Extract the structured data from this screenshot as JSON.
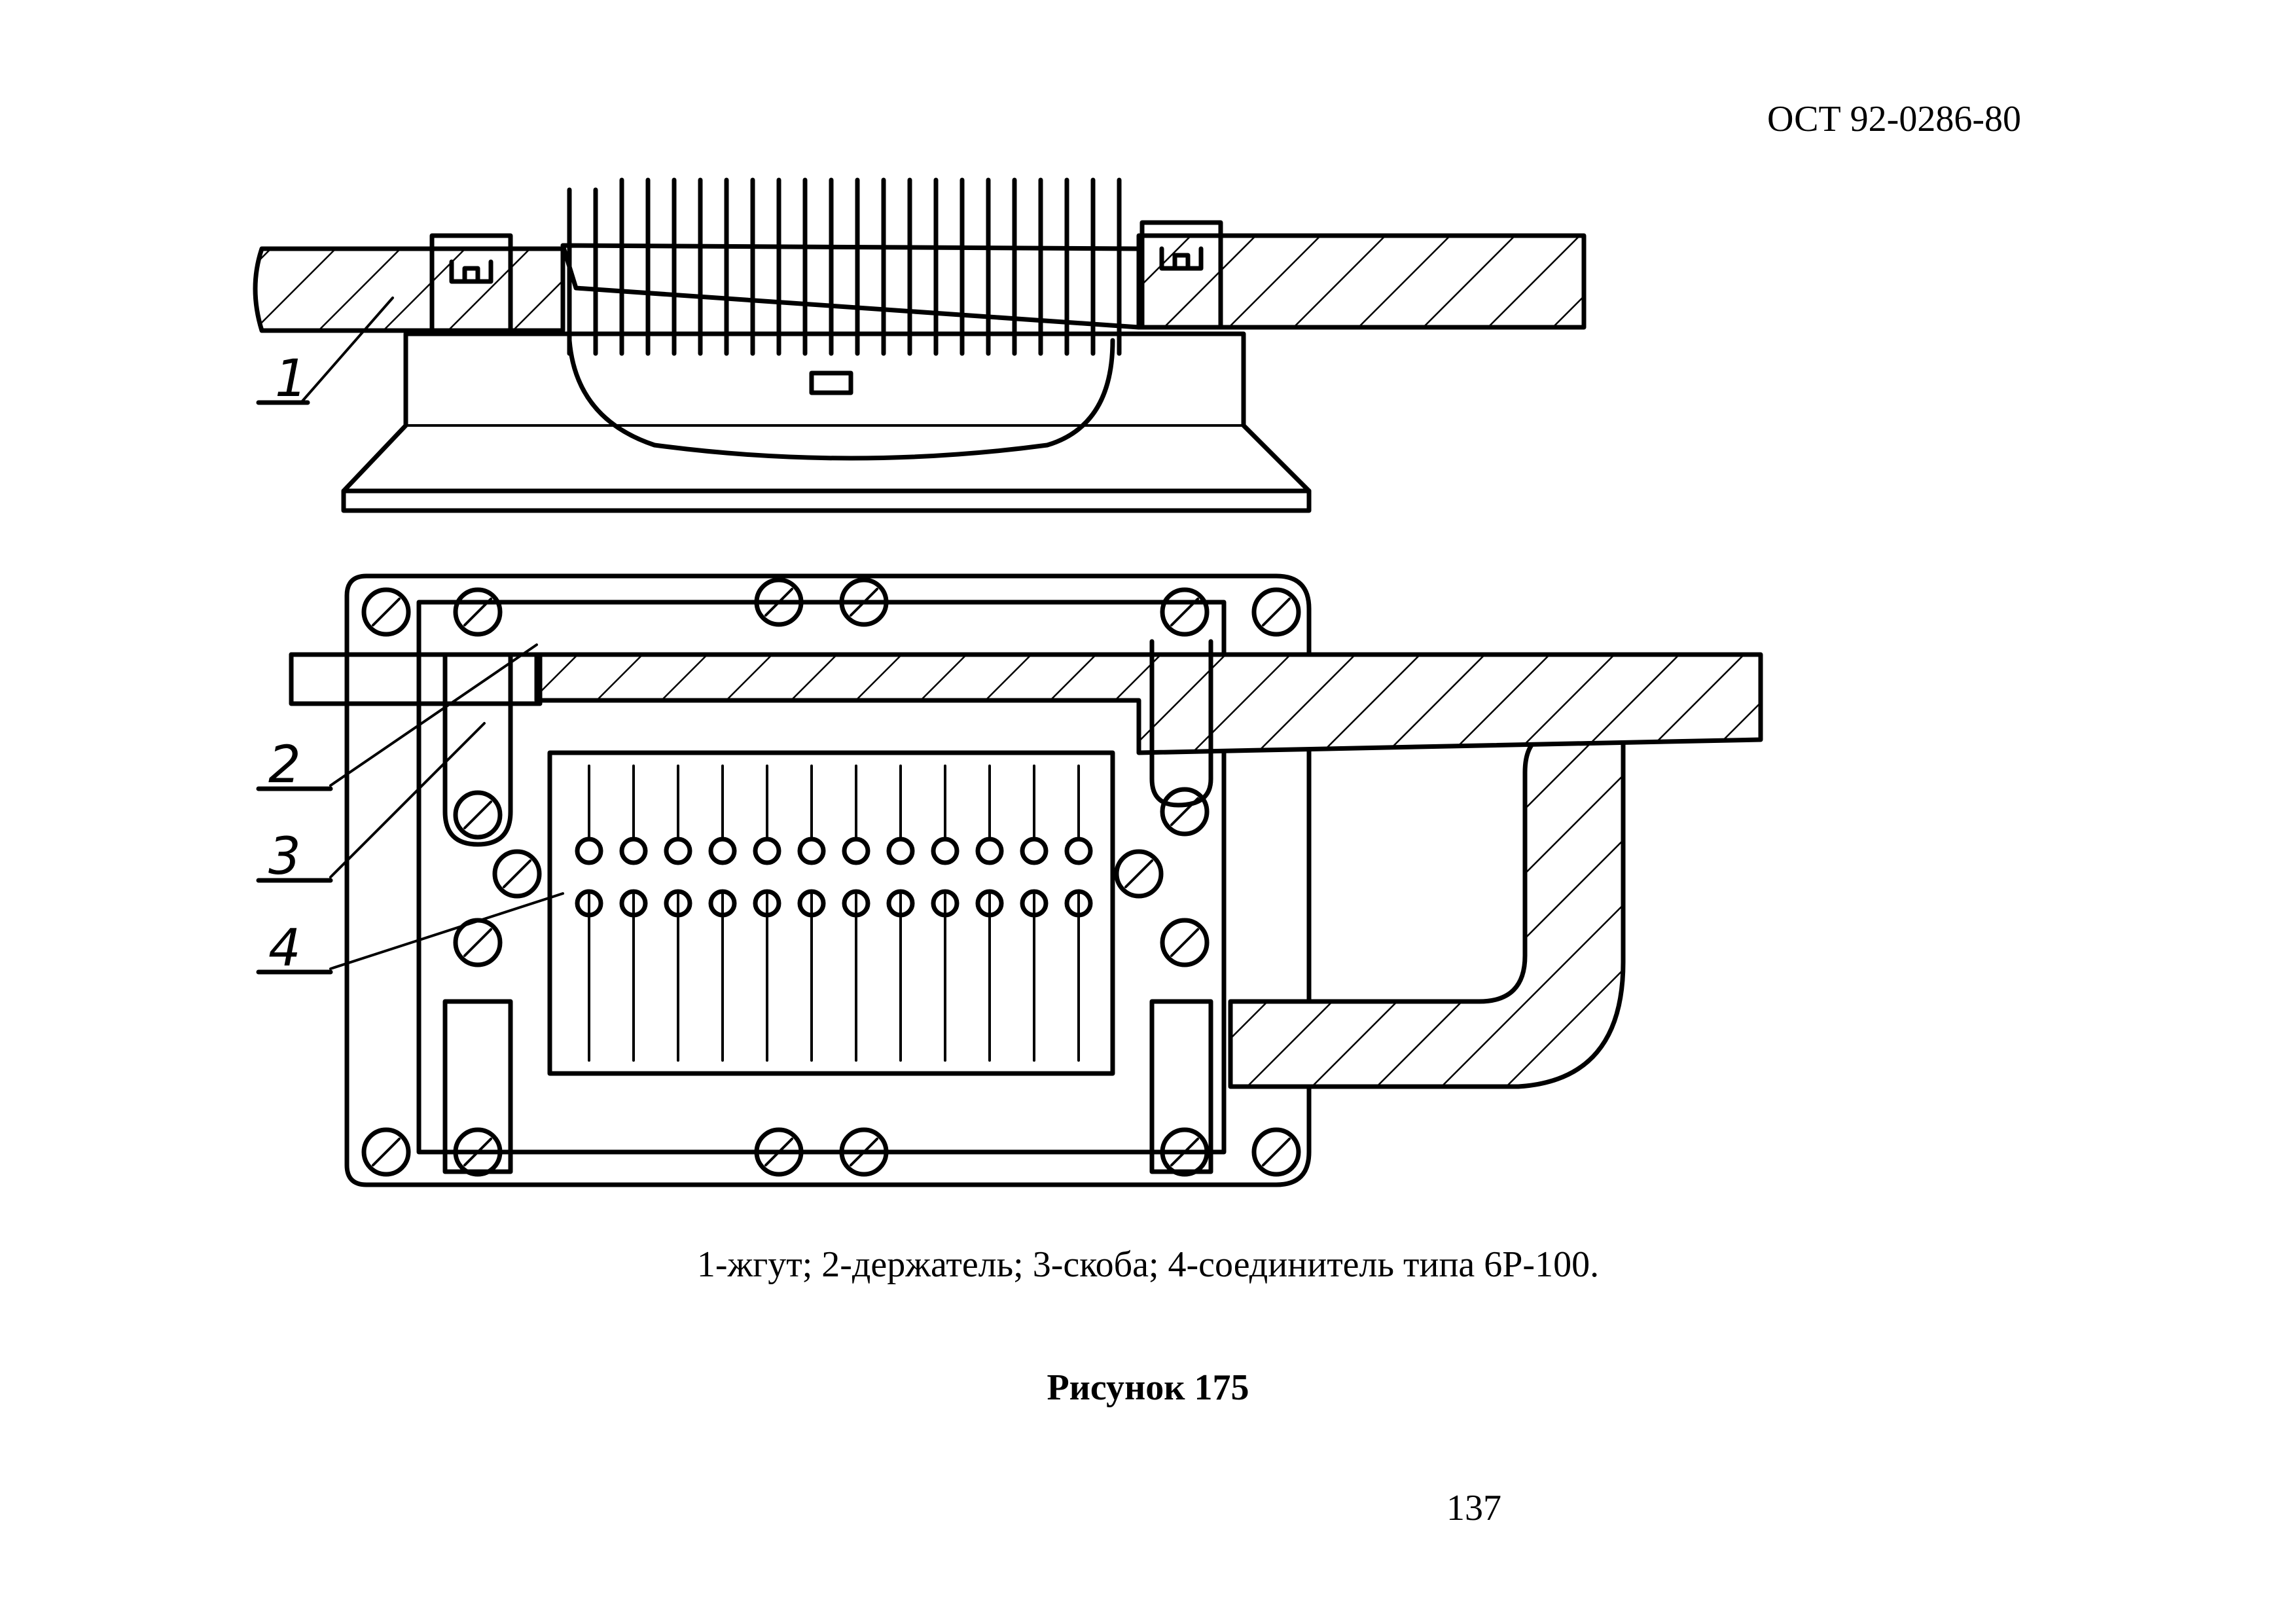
{
  "header": {
    "doc_code": "ОСТ 92-0286-80"
  },
  "drawing": {
    "callouts": [
      "1",
      "2",
      "3",
      "4"
    ]
  },
  "caption": "1-жгут; 2-держатель; 3-скоба; 4-соединитель типа 6Р-100.",
  "figure_title": "Рисунок 175",
  "page_number": "137"
}
